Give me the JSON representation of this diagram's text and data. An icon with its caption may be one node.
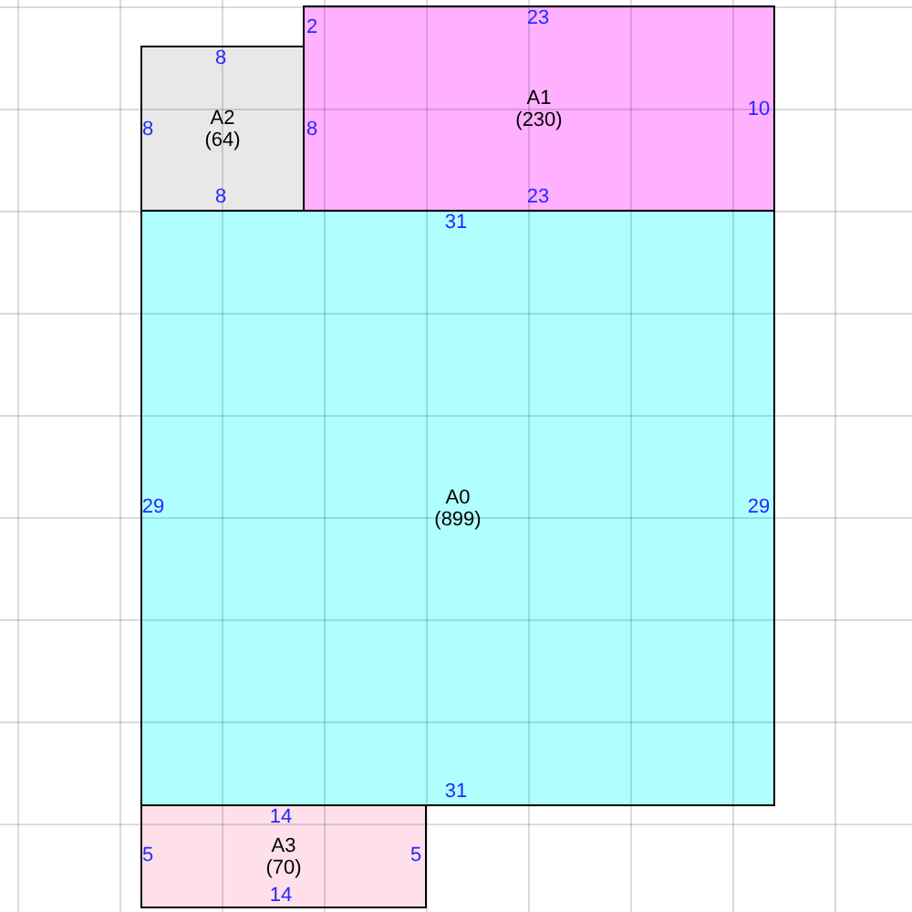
{
  "diagram": {
    "nodes": [
      {
        "text": [
          "A1",
          "(230)"
        ]
      },
      {
        "text": [
          "A2",
          "(64)"
        ]
      },
      {
        "text": [
          "A0",
          "(899)"
        ]
      },
      {
        "text": [
          "A3",
          "(70)"
        ]
      }
    ],
    "labels": [
      "2",
      "23",
      "8",
      "8",
      "8",
      "10",
      "8",
      "23",
      "31",
      "29",
      "29",
      "31",
      "14",
      "5",
      "5",
      "14"
    ]
  }
}
